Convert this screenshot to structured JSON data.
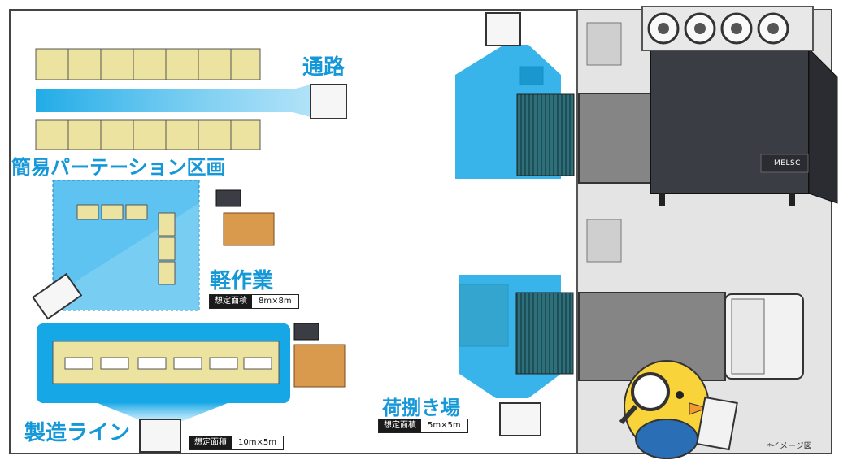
{
  "labels": {
    "aisle": "通路",
    "partition": "簡易パーテーション区画",
    "light_work": "軽作業",
    "production_line": "製造ライン",
    "unloading": "荷捌き場"
  },
  "size_tags": {
    "key": "想定面積",
    "light_work": "8m×8m",
    "production_line": "10m×5m",
    "unloading": "5m×5m"
  },
  "note": "*イメージ図",
  "brand": "MELSC",
  "colors": {
    "cool_air": "#15a7e6",
    "label": "#1598d8",
    "shelf": "#ede3a0",
    "floor": "#e4e4e4",
    "pallet": "#d99a4e",
    "unit": "#3a3d44"
  }
}
